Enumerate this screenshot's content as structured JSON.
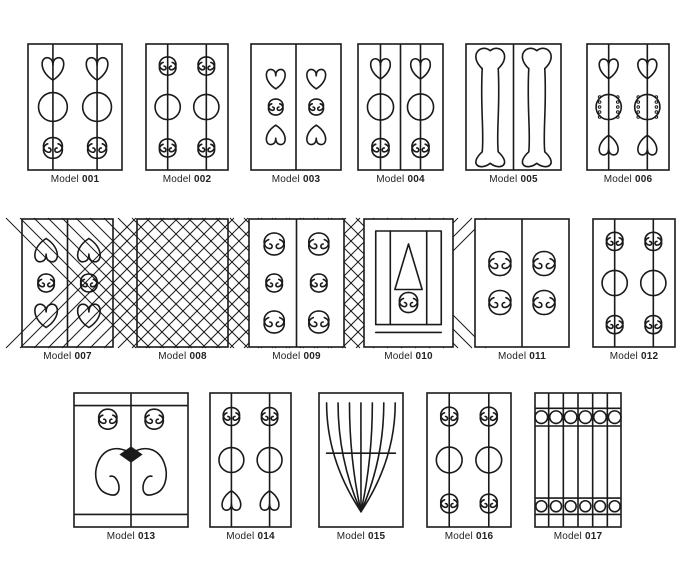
{
  "catalog": {
    "models": [
      {
        "prefix": "Model",
        "number": "001"
      },
      {
        "prefix": "Model",
        "number": "002"
      },
      {
        "prefix": "Model",
        "number": "003"
      },
      {
        "prefix": "Model",
        "number": "004"
      },
      {
        "prefix": "Model",
        "number": "005"
      },
      {
        "prefix": "Model",
        "number": "006"
      },
      {
        "prefix": "Model",
        "number": "007"
      },
      {
        "prefix": "Model",
        "number": "008"
      },
      {
        "prefix": "Model",
        "number": "009"
      },
      {
        "prefix": "Model",
        "number": "010"
      },
      {
        "prefix": "Model",
        "number": "011"
      },
      {
        "prefix": "Model",
        "number": "012"
      },
      {
        "prefix": "Model",
        "number": "013"
      },
      {
        "prefix": "Model",
        "number": "014"
      },
      {
        "prefix": "Model",
        "number": "015"
      },
      {
        "prefix": "Model",
        "number": "016"
      },
      {
        "prefix": "Model",
        "number": "017"
      }
    ]
  }
}
